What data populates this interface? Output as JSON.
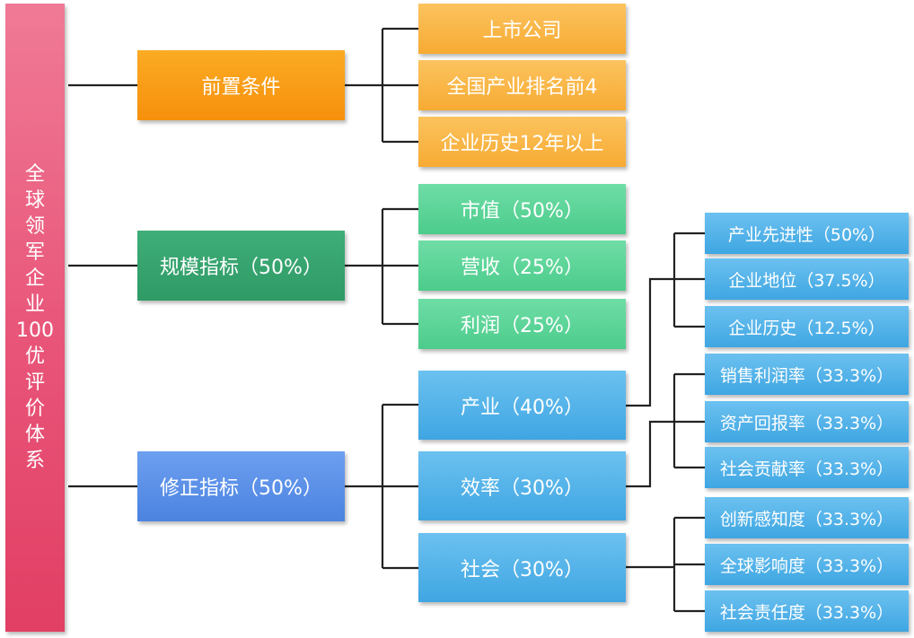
{
  "root": {
    "chars": [
      "全",
      "球",
      "领",
      "军",
      "企",
      "业",
      "100",
      "优",
      "评",
      "价",
      "体",
      "系"
    ]
  },
  "prerequisites": {
    "label": "前置条件",
    "items": [
      "上市公司",
      "全国产业排名前4",
      "企业历史12年以上"
    ]
  },
  "scale": {
    "label": "规模指标（50%）",
    "items": [
      "市值（50%）",
      "营收（25%）",
      "利润（25%）"
    ]
  },
  "correction": {
    "label": "修正指标（50%）",
    "items": [
      {
        "label": "产业（40%）",
        "children": [
          "产业先进性（50%）",
          "企业地位（37.5%）",
          "企业历史（12.5%）"
        ]
      },
      {
        "label": "效率（30%）",
        "children": [
          "销售利润率（33.3%）",
          "资产回报率（33.3%）",
          "社会贡献率（33.3%）"
        ]
      },
      {
        "label": "社会（30%）",
        "children": [
          "创新感知度（33.3%）",
          "全球影响度（33.3%）",
          "社会责任度（33.3%）"
        ]
      }
    ]
  },
  "colors": {
    "root": "#e85478",
    "prerequisites": "#f6900c",
    "prerequisites_items": "#f7ab33",
    "scale": "#2f9a66",
    "scale_items": "#4ccc8c",
    "correction": "#4b83e0",
    "correction_items": "#3fa6e2",
    "connector": "#222222"
  }
}
